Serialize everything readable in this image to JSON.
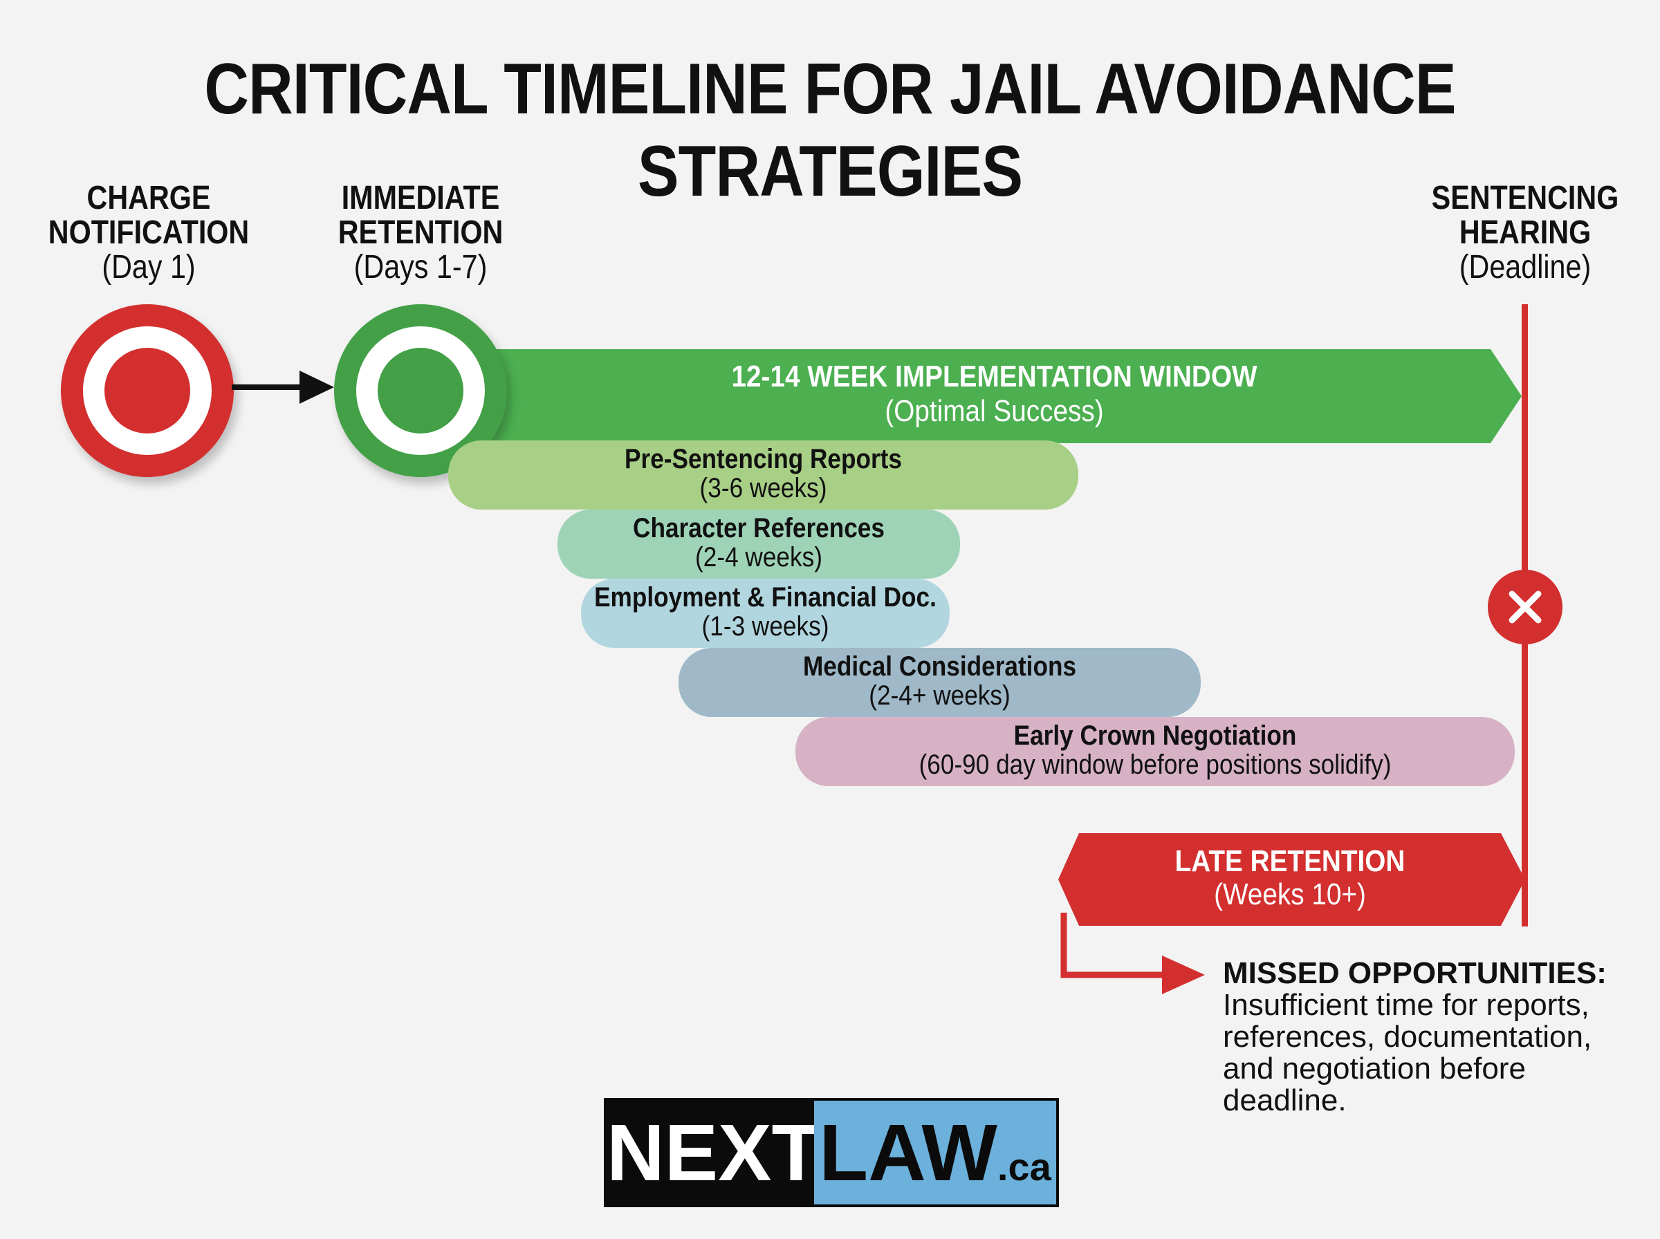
{
  "title": "CRITICAL TIMELINE FOR JAIL AVOIDANCE STRATEGIES",
  "milestones": [
    {
      "line1": "CHARGE",
      "line2": "NOTIFICATION",
      "sub": "(Day 1)",
      "color": "#d32f2f"
    },
    {
      "line1": "IMMEDIATE",
      "line2": "RETENTION",
      "sub": "(Days 1-7)",
      "color": "#43a047"
    },
    {
      "line1": "SENTENCING",
      "line2": "HEARING",
      "sub": "(Deadline)",
      "color": "#d32f2f"
    }
  ],
  "window": {
    "title": "12-14 WEEK IMPLEMENTATION WINDOW",
    "sub": "(Optimal Success)",
    "color": "#4caf50"
  },
  "tasks": [
    {
      "title": "Pre-Sentencing Reports",
      "sub": "(3-6 weeks)",
      "color": "#a8cf86"
    },
    {
      "title": "Character References",
      "sub": "(2-4 weeks)",
      "color": "#9fd3b8"
    },
    {
      "title": "Employment & Financial Doc.",
      "sub": "(1-3 weeks)",
      "color": "#b2d6df"
    },
    {
      "title": "Medical Considerations",
      "sub": "(2-4+ weeks)",
      "color": "#9fb9c8"
    },
    {
      "title": "Early Crown Negotiation",
      "sub": "(60-90 day window before positions solidify)",
      "color": "#d6b2c4"
    }
  ],
  "late": {
    "title": "LATE RETENTION",
    "sub": "(Weeks 10+)",
    "color": "#d32f2f"
  },
  "missed": {
    "heading": "MISSED OPPORTUNITIES:",
    "lines": [
      "Insufficient time for reports,",
      "references, documentation,",
      "and negotiation before",
      "deadline."
    ]
  },
  "logo": {
    "left": "NEXT",
    "right": "LAW",
    "suffix": ".ca",
    "accent": "#6bb1dc"
  }
}
